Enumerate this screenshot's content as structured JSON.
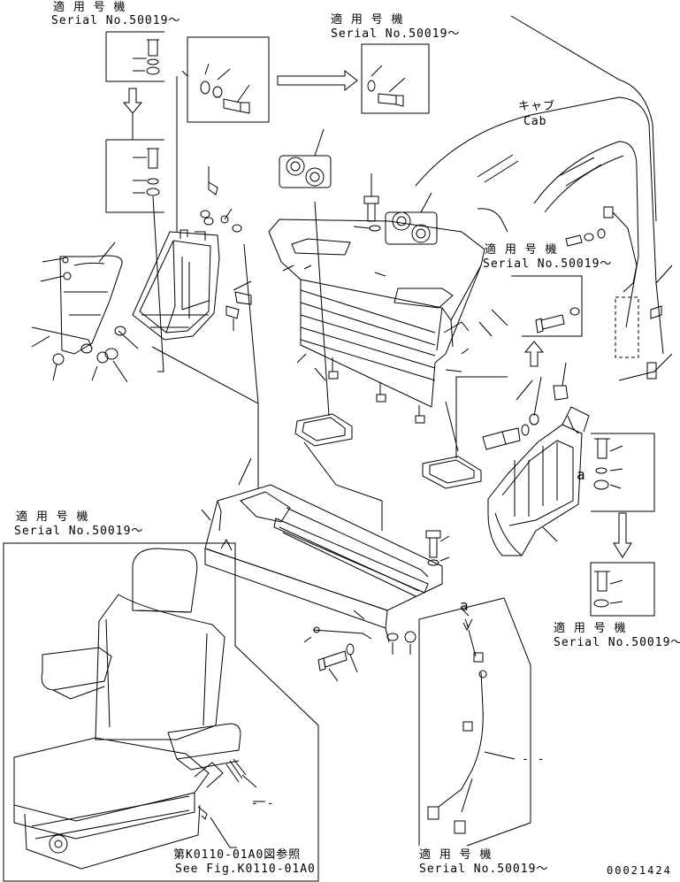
{
  "labels": {
    "serial_jp": "適 用 号 機",
    "serial_en": "Serial No.50019～",
    "cab_jp": "キャブ",
    "cab_en": "Cab",
    "ref_a": "a",
    "see_fig_jp": "第K0110-01A0図参照",
    "see_fig_en": "See Fig.K0110-01A0",
    "drawing_no": "00021424",
    "dashes": "- -"
  },
  "colors": {
    "line": "#000000",
    "paper": "#ffffff"
  }
}
